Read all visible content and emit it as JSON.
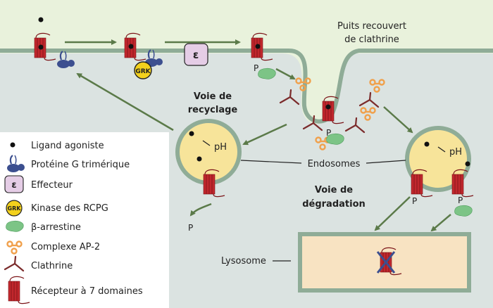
{
  "labels": {
    "coated_pit": [
      "Puits recouvert",
      "de clathrine"
    ],
    "recycling_pathway": [
      "Voie de",
      "recyclage"
    ],
    "degradation_pathway": [
      "Voie de",
      "dégradation"
    ],
    "endosomes": "Endosomes",
    "lysosome": "Lysosome",
    "ph": "pH",
    "phosphate": "P",
    "effector_symbol": "ε",
    "grk_symbol": "GRK"
  },
  "legend": [
    {
      "icon": "ligand",
      "label": "Ligand agoniste"
    },
    {
      "icon": "g-protein",
      "label": "Protéine G trimérique"
    },
    {
      "icon": "effector",
      "label": "Effecteur"
    },
    {
      "icon": "grk",
      "label": "Kinase des RCPG"
    },
    {
      "icon": "arrestin",
      "label": "β-arrestine"
    },
    {
      "icon": "ap2",
      "label": "Complexe AP-2"
    },
    {
      "icon": "clathrin",
      "label": "Clathrine"
    },
    {
      "icon": "receptor",
      "label": "Récepteur à 7 domaines"
    }
  ],
  "colors": {
    "extracellular": "#e9f2dc",
    "cytoplasm": "#dbe3e1",
    "membrane": "#8fac97",
    "endosome_fill": "#f7e49a",
    "lysosome_fill": "#f8e3c2",
    "receptor": "#c1272d",
    "arrow": "#5b7a49",
    "g_protein": "#3c4f8f",
    "effector": "#e5cde6",
    "grk": "#f3d11d",
    "arrestin": "#7cc486",
    "ap2": "#f0a04b",
    "clathrin": "#7b2b2b"
  }
}
